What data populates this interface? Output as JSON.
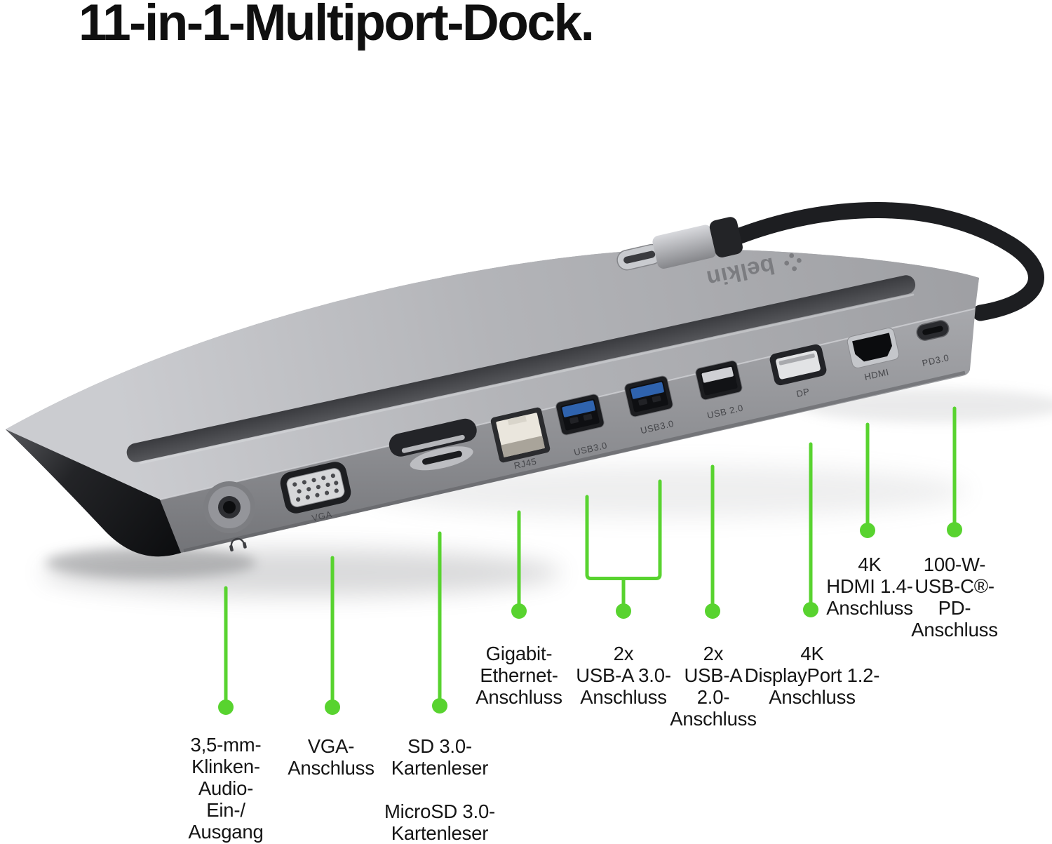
{
  "title": "11-in-1-Multiport-Dock.",
  "colors": {
    "accent_green": "#58d32f"
  },
  "device": {
    "brand": "belkin",
    "port_labels": {
      "vga": "VGA",
      "rj45": "RJ45",
      "usb3": "USB3.0",
      "usb2": "USB 2.0",
      "dp": "DP",
      "hdmi": "HDMI",
      "pd": "PD3.0"
    }
  },
  "callouts": [
    {
      "id": "audio",
      "label": "3,5-mm-\nKlinken-\nAudio-\nEin-/\nAusgang"
    },
    {
      "id": "vga",
      "label": "VGA-\nAnschluss"
    },
    {
      "id": "sd",
      "label": "SD 3.0-\nKartenleser\n\nMicroSD 3.0-\nKartenleser"
    },
    {
      "id": "ethernet",
      "label": "Gigabit-\nEthernet-\nAnschluss"
    },
    {
      "id": "usb3",
      "label": "2x\nUSB-A 3.0-\nAnschluss"
    },
    {
      "id": "usb2",
      "label": "2x\nUSB-A\n2.0-\nAnschluss"
    },
    {
      "id": "dp",
      "label": "4K\nDisplayPort 1.2-\nAnschluss"
    },
    {
      "id": "hdmi",
      "label": "4K\nHDMI 1.4-\nAnschluss"
    },
    {
      "id": "pd",
      "label": "100-W-\nUSB-C®-\nPD-\nAnschluss"
    }
  ]
}
